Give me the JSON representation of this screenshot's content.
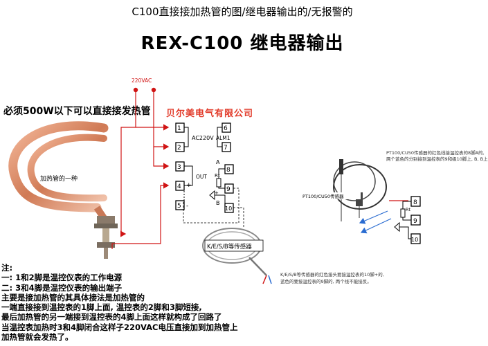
{
  "title_line1": "C100直接接加热管的图/继电器输出的/无报警的",
  "title_line2": "REX-C100 继电器输出",
  "note_500w": "必须500W以下可以直接接发热管",
  "company": "贝尔美电气有限公司",
  "voltage_label": "220VAC",
  "ac_label": "AC220V",
  "alm_label": "ALM1",
  "out_label": "OUT",
  "heater_label": "加热管的一种",
  "sensor_label": "K/E/S/B等传感器",
  "rt_label": "Rt",
  "terminals": {
    "t1": "1",
    "t2": "2",
    "t3": "3",
    "t4": "4",
    "t5": "5",
    "t6": "6",
    "t7": "7",
    "t8": "8",
    "t9": "9",
    "t10": "10",
    "a": "A",
    "b": "B"
  },
  "plus_sign": "+",
  "minus_sign": "-",
  "right_terminals": [
    "8",
    "9",
    "10"
  ],
  "pt_sensor_label": "PT100/CU50传感器",
  "pt_note": [
    "PT100/CU50传感器的红色线接温控表的8脚A的,",
    "两个蓝色的分别接到温控表的9和级10脚上, B, B上"
  ],
  "ks_note": [
    "K/E/S/B等传感器的红色接头要接温控表的10脚+的,",
    "蓝色的要接温控表的9脚的, 两个线不能接反。"
  ],
  "notes_lines": [
    "注:",
    "一: 1和2脚是温控仪表的工作电源",
    "二: 3和4脚是温控仪表的输出端子",
    "     主要是接加热管的其具体接法是加热管的",
    "     一端直接接到温控表的1脚上面, 温控表的2脚和3脚短接,",
    "     最后加热管的另一端接到温控表的4脚上面这样就构成了回路了",
    "     当温控表加热时3和4脚闭合这样子220VAC电压直接加到加热管上",
    "     加热管就会发热了。"
  ],
  "colors": {
    "wire": "#d01414",
    "accent": "#e23b2a",
    "heater": "#d8805a",
    "blue_arrow": "#2a6cd1"
  }
}
